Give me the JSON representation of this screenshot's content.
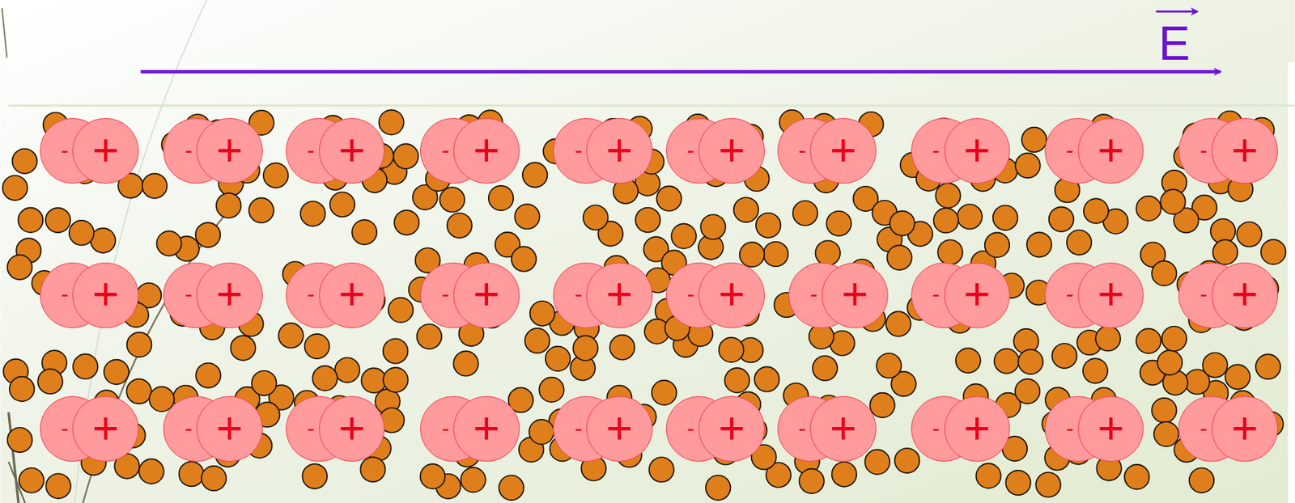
{
  "diagram": {
    "nodes": [
      {
        "text": [
          "-"
        ]
      },
      {
        "text": [
          "+"
        ]
      },
      {
        "text": [
          "-"
        ]
      },
      {
        "text": [
          "+"
        ]
      },
      {
        "text": [
          "-"
        ]
      },
      {
        "text": [
          "+"
        ]
      },
      {
        "text": [
          "-"
        ]
      },
      {
        "text": [
          "+"
        ]
      },
      {
        "text": [
          "-"
        ]
      },
      {
        "text": [
          "+"
        ]
      },
      {
        "text": [
          "-"
        ]
      },
      {
        "text": [
          "+"
        ]
      },
      {
        "text": [
          "-"
        ]
      },
      {
        "text": [
          "+"
        ]
      },
      {
        "text": [
          "-"
        ]
      },
      {
        "text": [
          "+"
        ]
      },
      {
        "text": [
          "-"
        ]
      },
      {
        "text": [
          "+"
        ]
      },
      {
        "text": [
          "-"
        ]
      },
      {
        "text": [
          "+"
        ]
      },
      {
        "text": [
          "-"
        ]
      },
      {
        "text": [
          "+"
        ]
      },
      {
        "text": [
          "-"
        ]
      },
      {
        "text": [
          "+"
        ]
      },
      {
        "text": [
          "-"
        ]
      },
      {
        "text": [
          "+"
        ]
      },
      {
        "text": [
          "-"
        ]
      },
      {
        "text": [
          "+"
        ]
      },
      {
        "text": [
          "-"
        ]
      },
      {
        "text": [
          "+"
        ]
      },
      {
        "text": [
          "-"
        ]
      },
      {
        "text": [
          "+"
        ]
      },
      {
        "text": [
          "-"
        ]
      },
      {
        "text": [
          "+"
        ]
      },
      {
        "text": [
          "-"
        ]
      },
      {
        "text": [
          "+"
        ]
      },
      {
        "text": [
          "-"
        ]
      },
      {
        "text": [
          "+"
        ]
      },
      {
        "text": [
          "-"
        ]
      },
      {
        "text": [
          "+"
        ]
      },
      {
        "text": [
          "-"
        ]
      },
      {
        "text": [
          "+"
        ]
      },
      {
        "text": [
          "-"
        ]
      },
      {
        "text": [
          "+"
        ]
      },
      {
        "text": [
          "-"
        ]
      },
      {
        "text": [
          "+"
        ]
      },
      {
        "text": [
          "-"
        ]
      },
      {
        "text": [
          "+"
        ]
      },
      {
        "text": [
          "-"
        ]
      },
      {
        "text": [
          "+"
        ]
      },
      {
        "text": [
          "-"
        ]
      },
      {
        "text": [
          "+"
        ]
      },
      {
        "text": [
          "-"
        ]
      },
      {
        "text": [
          "+"
        ]
      },
      {
        "text": [
          "-"
        ]
      },
      {
        "text": [
          "+"
        ]
      },
      {
        "text": [
          "-"
        ]
      },
      {
        "text": [
          "+"
        ]
      },
      {
        "text": [
          "-"
        ]
      },
      {
        "text": [
          "+"
        ]
      }
    ],
    "labels": [
      "E"
    ]
  }
}
